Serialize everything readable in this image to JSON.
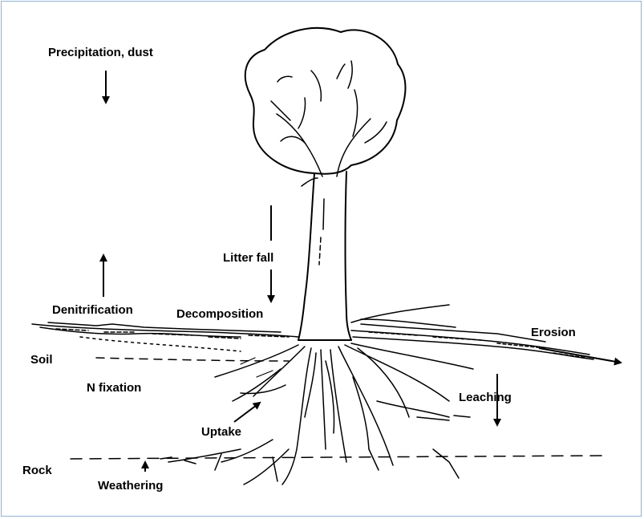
{
  "labels": {
    "precipitation": "Precipitation, dust",
    "litter_fall": "Litter fall",
    "denitrification": "Denitrification",
    "decomposition": "Decomposition",
    "erosion": "Erosion",
    "soil": "Soil",
    "n_fixation": "N fixation",
    "leaching": "Leaching",
    "uptake": "Uptake",
    "rock": "Rock",
    "weathering": "Weathering"
  },
  "colors": {
    "ink": "#000000",
    "frame": "#8fb3d6",
    "background": "#ffffff"
  }
}
